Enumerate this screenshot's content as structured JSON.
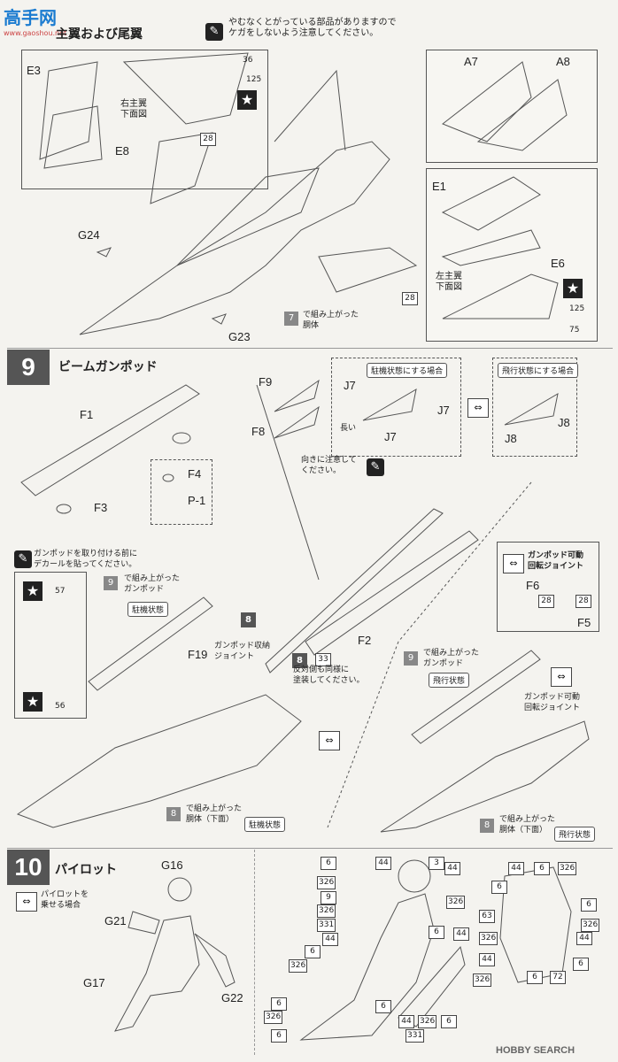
{
  "header": {
    "logo_text": "高手网",
    "logo_sub": "www.gaoshou.net"
  },
  "step8": {
    "title": "主翼および尾翼",
    "caution": "やむなくとがっている部品がありますので\nケガをしないよう注意してください。",
    "right_wing_label": "右主翼\n下面図",
    "left_wing_label": "左主翼\n下面図",
    "parts": {
      "E3": "E3",
      "E8": "E8",
      "G24": "G24",
      "G23": "G23",
      "A7": "A7",
      "A8": "A8",
      "E1": "E1",
      "E6": "E6"
    },
    "decals": {
      "d36": "36",
      "d125": "125",
      "d28a": "28",
      "d28b": "28",
      "d125b": "125",
      "d75": "75"
    },
    "ref7_num": "7",
    "ref7_text": "で組み上がった\n胴体"
  },
  "step9": {
    "num": "9",
    "title": "ビームガンポッド",
    "parts": {
      "F1": "F1",
      "F3": "F3",
      "F4": "F4",
      "P1": "P-1",
      "F9": "F9",
      "F8": "F8",
      "J7a": "J7",
      "J7b": "J7",
      "J7c": "J7",
      "J8a": "J8",
      "J8b": "J8",
      "F2": "F2",
      "F19": "F19",
      "F6": "F6",
      "F5": "F5"
    },
    "parked_box": "駐機状態にする場合",
    "flight_box": "飛行状態にする場合",
    "long_label": "長い",
    "orient_caution": "向きに注意して\nください。",
    "decal_before": "ガンポッドを取り付ける前に\nデカールを貼ってください。",
    "gunpod_ref_num": "9",
    "gunpod_ref": "で組み上がった\nガンポッド",
    "parked_tag": "駐機状態",
    "flight_tag": "飛行状態",
    "stow_joint": "ガンポッド収納\nジョイント",
    "paint_note": "反対側も同様に\n塗装してください。",
    "paint8": "8",
    "paint33": "33",
    "paint8b": "8",
    "rotate_joint_title": "ガンポッド可動\n回転ジョイント",
    "rotate_joint_label": "ガンポッド可動\n回転ジョイント",
    "d28a": "28",
    "d28b": "28",
    "d57": "57",
    "d56": "56",
    "body_ref_num": "8",
    "body_ref": "で組み上がった\n胴体（下面）",
    "body_ref_num_b": "8",
    "body_ref_b": "で組み上がった\n胴体（下面）"
  },
  "step10": {
    "num": "10",
    "title": "パイロット",
    "note": "パイロットを\n乗せる場合",
    "parts": {
      "G16": "G16",
      "G21": "G21",
      "G17": "G17",
      "G22": "G22"
    },
    "colors_body": [
      "6",
      "44",
      "3",
      "44",
      "326",
      "9",
      "326",
      "326",
      "331",
      "44",
      "6",
      "6",
      "326",
      "44",
      "326",
      "6",
      "6",
      "326",
      "6",
      "44",
      "326",
      "6",
      "331"
    ],
    "colors_helmet": [
      "44",
      "6",
      "326",
      "6",
      "63",
      "6",
      "326",
      "44",
      "326",
      "44",
      "6",
      "72",
      "6"
    ]
  },
  "footer": {
    "watermark": "HOBBY SEARCH"
  }
}
